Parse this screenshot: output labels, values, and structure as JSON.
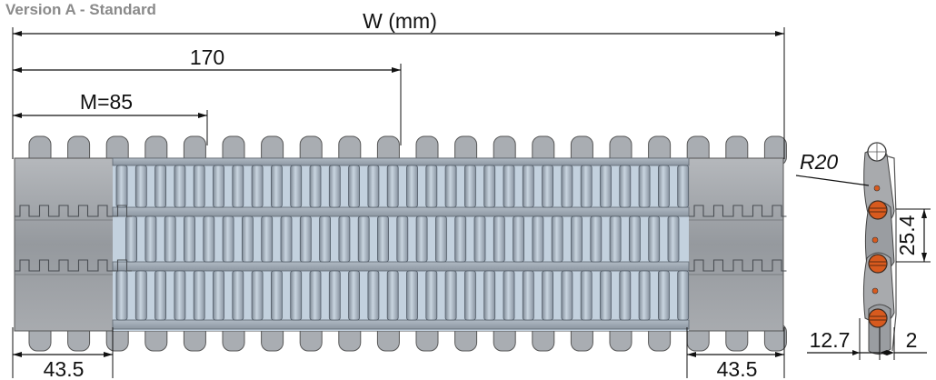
{
  "heading": "Version A -  Standard",
  "dimensions": {
    "width_label": "W (mm)",
    "pitch_double": "170",
    "module": "M=85",
    "edge_left": "43.5",
    "edge_right": "43.5",
    "radius": "R20",
    "pitch": "25.4",
    "height": "12.7",
    "thickness": "2"
  },
  "colors": {
    "solid_edge": "#9a9ea3",
    "open_area": "#b9c9d8",
    "rib": "#8f9aa6",
    "pin": "#d85a1e"
  }
}
